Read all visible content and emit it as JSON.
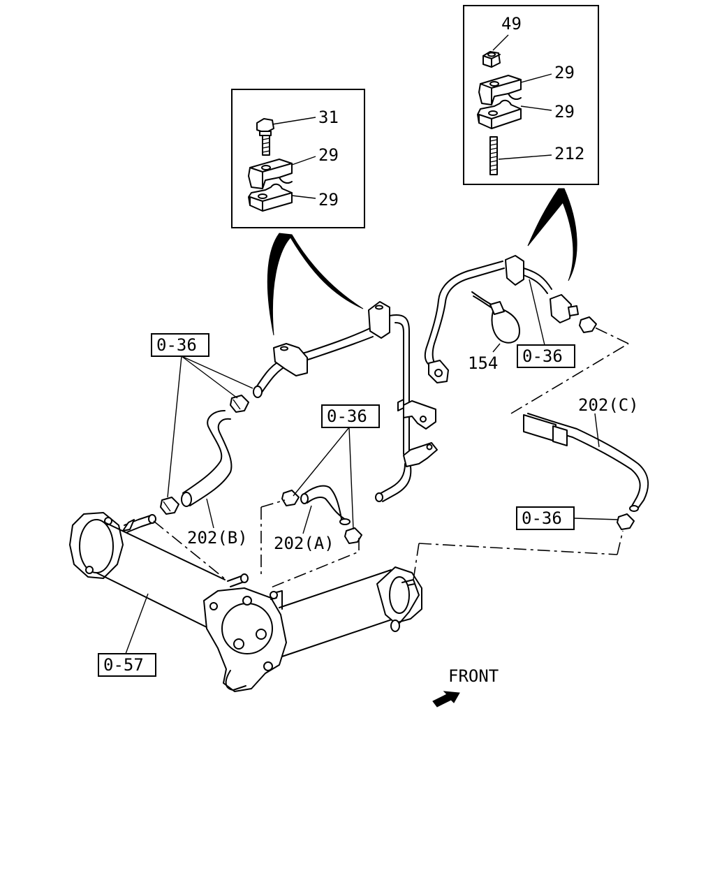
{
  "inset_left": {
    "labels": {
      "bolt": "31",
      "clamp_upper": "29",
      "clamp_lower": "29"
    }
  },
  "inset_right": {
    "labels": {
      "nut": "49",
      "clamp_upper": "29",
      "clamp_lower": "29",
      "stud": "212"
    }
  },
  "part_labels": {
    "band": "154",
    "hose_a": "202(A)",
    "hose_b": "202(B)",
    "hose_c": "202(C)"
  },
  "ref_boxes": {
    "left_clamps": "0-36",
    "center_clamps": "0-36",
    "right_clamps": "0-36",
    "lower_right_clamp": "0-36",
    "cooler": "0-57"
  },
  "front_label": "FRONT"
}
